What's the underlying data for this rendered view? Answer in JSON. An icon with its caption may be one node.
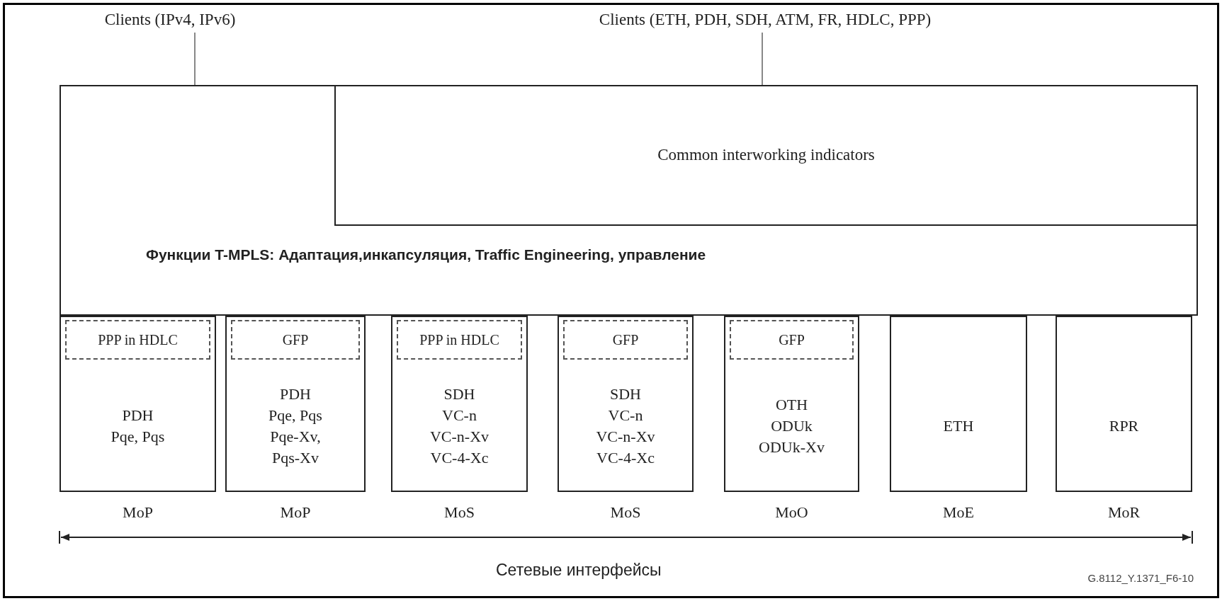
{
  "diagram": {
    "nodes": [
      {
        "text": [
          "Clients (IPv4, IPv6)"
        ]
      },
      {
        "text": [
          "Clients (ETH, PDH, SDH, ATM, FR, HDLC, PPP)"
        ]
      },
      {
        "text": [
          "Функции T-MPLS: Адаптация,инкапсуляция, Traffic Engineering, управление"
        ]
      },
      {
        "text": [
          "Common interworking indicators"
        ],
        "in": 2
      },
      {
        "text": [
          "PDH",
          "Pqe, Pqs"
        ],
        "beside": [
          "MoP"
        ]
      },
      {
        "text": [
          "PPP in HDLC"
        ],
        "in": 4
      },
      {
        "text": [
          "PDH",
          "Pqe, Pqs",
          "Pqe-Xv,",
          "Pqs-Xv"
        ],
        "beside": [
          "MoP"
        ]
      },
      {
        "text": [
          "GFP"
        ],
        "in": 6
      },
      {
        "text": [
          "SDH",
          "VC-n",
          "VC-n-Xv",
          "VC-4-Xc"
        ],
        "beside": [
          "MoS"
        ]
      },
      {
        "text": [
          "PPP in HDLC"
        ],
        "in": 8
      },
      {
        "text": [
          "SDH",
          "VC-n",
          "VC-n-Xv",
          "VC-4-Xc"
        ],
        "beside": [
          "MoS"
        ]
      },
      {
        "text": [
          "GFP"
        ],
        "in": 10
      },
      {
        "text": [
          "OTH",
          "ODUk",
          "ODUk-Xv"
        ],
        "beside": [
          "MoO"
        ]
      },
      {
        "text": [
          "GFP"
        ],
        "in": 12
      },
      {
        "text": [
          "ETH"
        ],
        "beside": [
          "MoE"
        ]
      },
      {
        "text": [
          "RPR"
        ],
        "beside": [
          "MoR"
        ]
      }
    ],
    "edges": [
      {
        "from": 0,
        "to": 2,
        "arrow": "none"
      },
      {
        "from": 1,
        "to": 2,
        "arrow": "none"
      }
    ],
    "labels": [
      "Сетевые интерфейсы",
      "G.8112_Y.1371_F6-10"
    ]
  }
}
